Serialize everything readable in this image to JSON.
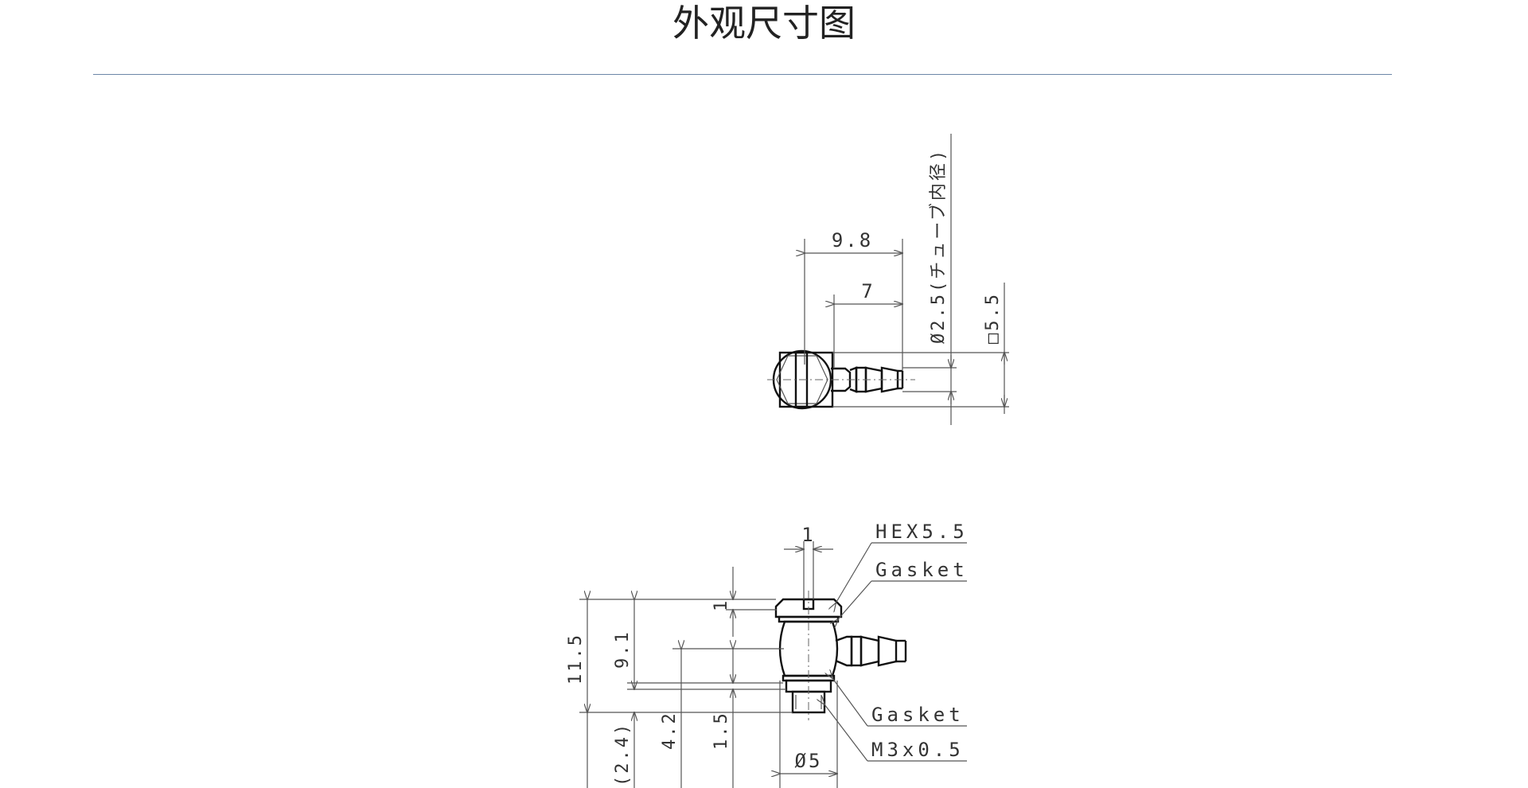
{
  "page": {
    "title": "外观尺寸图"
  },
  "top_view": {
    "dim_overall_length": "9.8",
    "dim_barb_length": "7",
    "dim_tube_id": "Ø2.5(チューブ内径)",
    "dim_body_square": "□5.5"
  },
  "front_view": {
    "dim_slot_width": "1",
    "dim_head_height": "1",
    "dim_total_height": "11.5",
    "dim_body_height": "9.1",
    "dim_barb_height": "4.2",
    "dim_neck": "1.5",
    "dim_thread_length": "(2.4)",
    "dim_thread_diameter": "Ø5",
    "label_hex": "HEX5.5",
    "label_gasket_top": "Gasket",
    "label_gasket_bottom": "Gasket",
    "label_thread": "M3x0.5"
  }
}
